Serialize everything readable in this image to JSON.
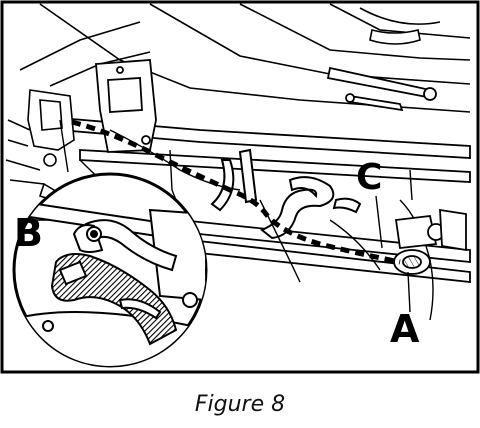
{
  "figure": {
    "caption": "Figure 8",
    "callouts": {
      "a": "A",
      "b": "B",
      "c": "C"
    }
  },
  "colors": {
    "ink": "#000000",
    "paper": "#ffffff",
    "hatch": "#1a1a1a"
  }
}
